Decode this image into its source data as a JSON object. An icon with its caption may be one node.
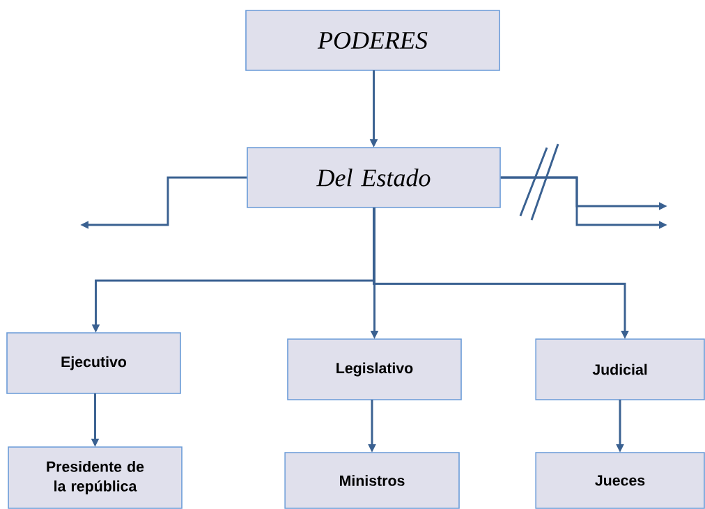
{
  "diagram": {
    "nodes": [
      {
        "text": [
          "PODERES"
        ]
      },
      {
        "text": [
          "Del  Estado"
        ]
      },
      {
        "text": [
          "Ejecutivo"
        ]
      },
      {
        "text": [
          "Legislativo"
        ]
      },
      {
        "text": [
          "Judicial"
        ]
      },
      {
        "text": [
          "Presidente de la república"
        ]
      },
      {
        "text": [
          "Ministros"
        ]
      },
      {
        "text": [
          "Jueces"
        ]
      }
    ],
    "edges": [
      {
        "from": 0,
        "to": 1,
        "arrow": "to"
      },
      {
        "from": 1,
        "to": 2,
        "arrow": "to"
      },
      {
        "from": 1,
        "to": 3,
        "arrow": "to"
      },
      {
        "from": 1,
        "to": 4,
        "arrow": "to"
      },
      {
        "from": 2,
        "to": 5,
        "arrow": "to"
      },
      {
        "from": 3,
        "to": 6,
        "arrow": "to"
      },
      {
        "from": 4,
        "to": 7,
        "arrow": "to"
      },
      {
        "from": 1,
        "to": null,
        "arrow": "to"
      },
      {
        "from": 1,
        "to": null,
        "arrow": "to"
      },
      {
        "from": 1,
        "to": null,
        "arrow": "to"
      }
    ]
  }
}
